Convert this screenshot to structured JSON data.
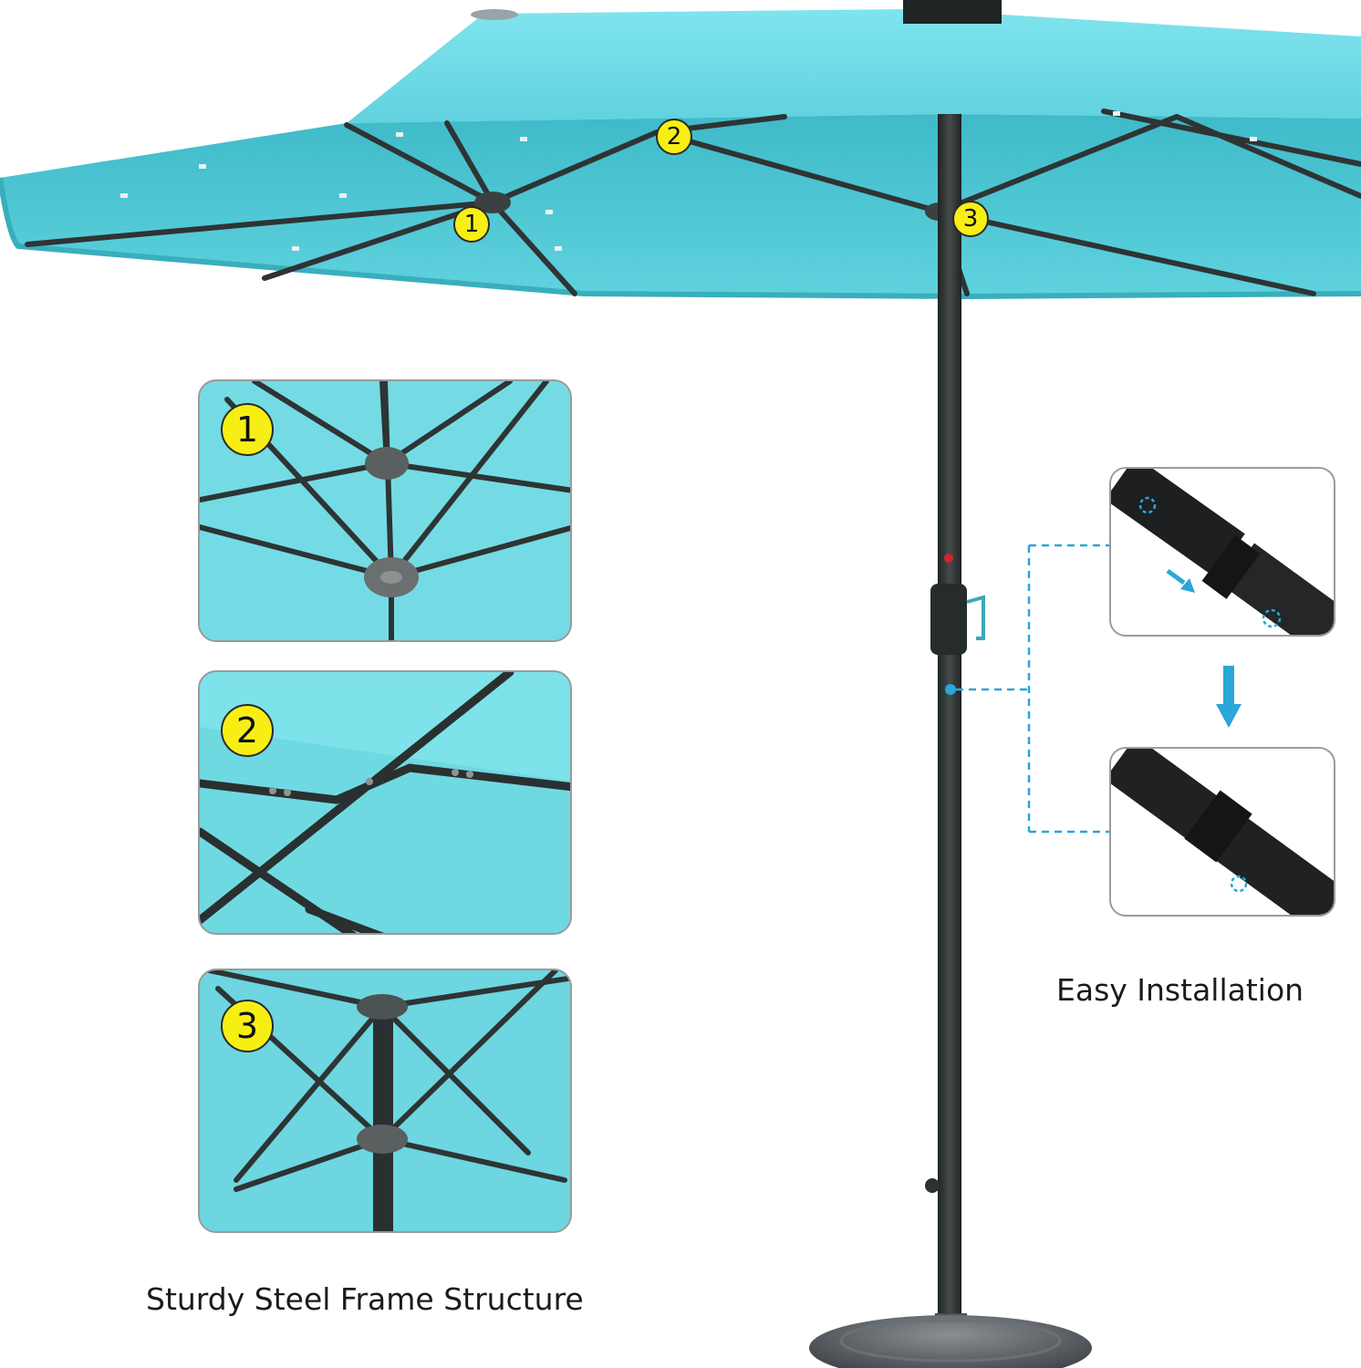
{
  "markers": {
    "m1": "1",
    "m2": "2",
    "m3": "3"
  },
  "captions": {
    "frame": "Sturdy Steel Frame Structure",
    "install": "Easy Installation"
  },
  "colors": {
    "canopy": "#5fd2de",
    "canopy_shadow": "#3fb8c6",
    "frame": "#2e3434",
    "marker": "#f7ef14",
    "guide_line": "#2aa6d8"
  },
  "icons": {
    "arrow_diagonal": "arrow-down-right-icon",
    "arrow_down": "arrow-down-icon"
  }
}
